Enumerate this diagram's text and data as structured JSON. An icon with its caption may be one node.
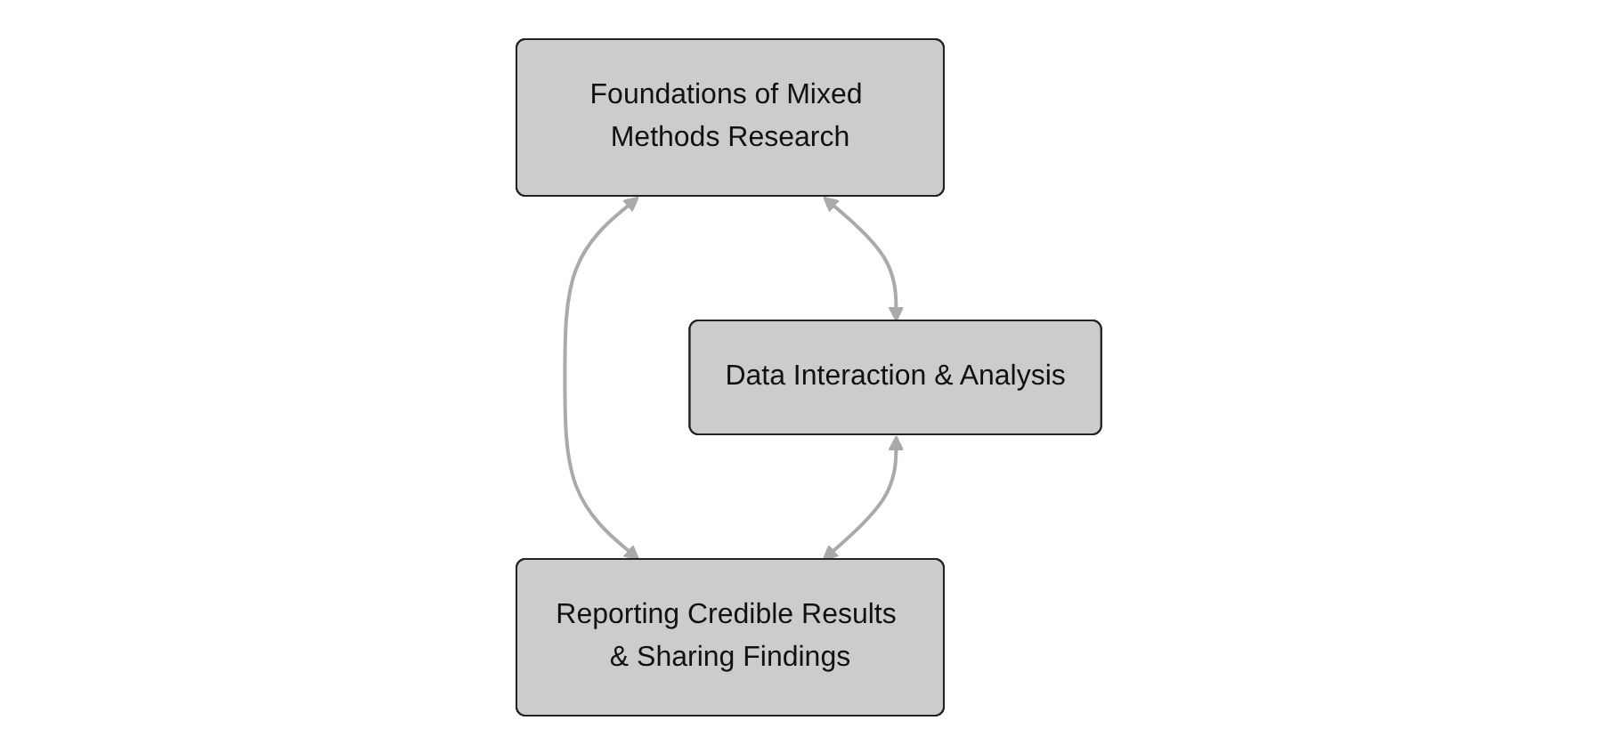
{
  "diagram": {
    "nodes": [
      {
        "text": [
          "Foundations of Mixed Methods Research"
        ]
      },
      {
        "text": [
          "Data Interaction & Analysis"
        ]
      },
      {
        "text": [
          "Reporting Credible Results & Sharing Findings"
        ]
      }
    ],
    "edges": [
      {
        "from": 0,
        "to": 1,
        "arrow": "both"
      },
      {
        "from": 0,
        "to": 2,
        "arrow": "both"
      },
      {
        "from": 1,
        "to": 2,
        "arrow": "both"
      }
    ]
  }
}
